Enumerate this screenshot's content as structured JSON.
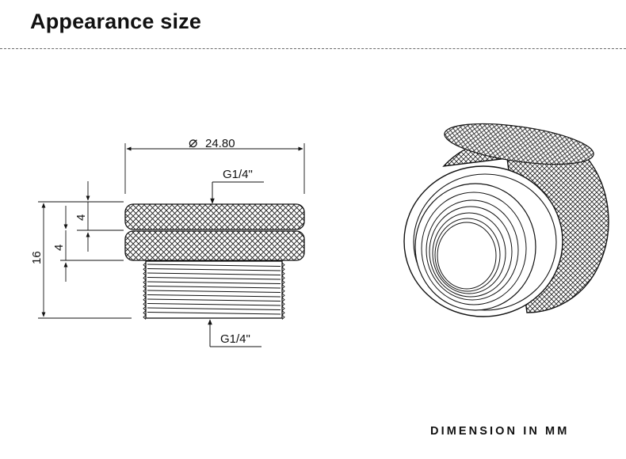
{
  "header": {
    "title": "Appearance size"
  },
  "dimensions": {
    "diameter_symbol": "⌀",
    "diameter": "24.80",
    "top_thread": "G1/4\"",
    "bottom_thread": "G1/4\"",
    "total_height": "16",
    "upper_band": "4",
    "lower_band": "4"
  },
  "footer": {
    "text": "DIMENSION IN MM"
  }
}
